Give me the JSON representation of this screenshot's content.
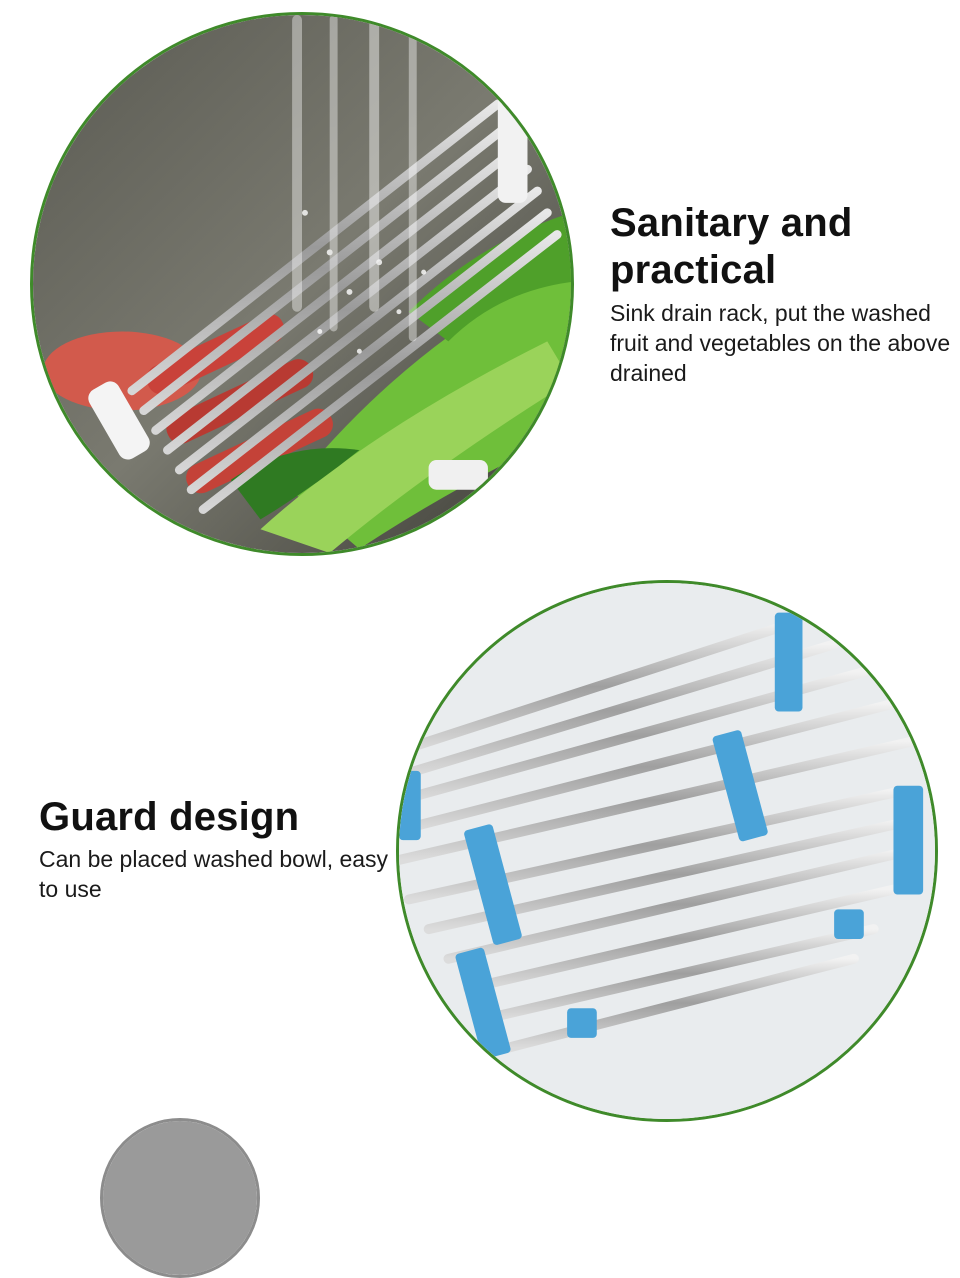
{
  "section1": {
    "title": "Sanitary and practical",
    "description": "Sink drain rack, put the washed fruit and vegetables on the above drained"
  },
  "section2": {
    "title": "Guard design",
    "description": "Can be placed washed bowl, easy to use"
  },
  "colors": {
    "circle_border": "#3f8a2a",
    "rack_rod": "#b9b9b9",
    "clip_blue": "#4aa3d8",
    "vegetable_green": "#6fbf3a",
    "radish_red": "#c9423a"
  }
}
